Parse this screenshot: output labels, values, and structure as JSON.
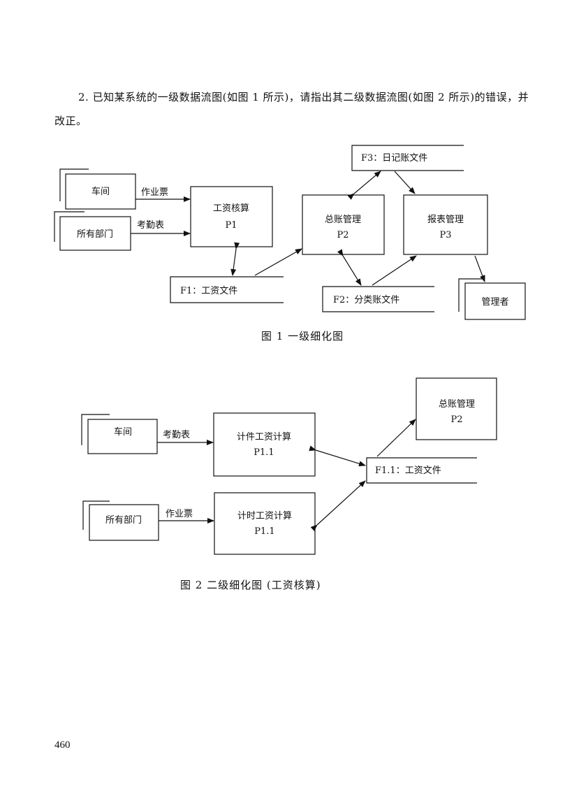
{
  "question": {
    "number": "2.",
    "text": "已知某系统的一级数据流图(如图 1 所示)，请指出其二级数据流图(如图 2 所示)的错误，并改正。"
  },
  "figure1": {
    "caption": "图 1  一级细化图",
    "externals": {
      "workshop": "车间",
      "all_depts": "所有部门",
      "manager": "管理者"
    },
    "processes": {
      "p1": {
        "name": "工资核算",
        "id": "P1"
      },
      "p2": {
        "name": "总账管理",
        "id": "P2"
      },
      "p3": {
        "name": "报表管理",
        "id": "P3"
      }
    },
    "stores": {
      "f1": "F1：工资文件",
      "f2": "F2：分类账文件",
      "f3": "F3：日记账文件"
    },
    "flows": {
      "job_ticket": "作业票",
      "attendance": "考勤表"
    }
  },
  "figure2": {
    "caption": "图 2    二级细化图 (工资核算)",
    "externals": {
      "workshop": "车间",
      "all_depts": "所有部门"
    },
    "processes": {
      "piece": {
        "name": "计件工资计算",
        "id": "P1.1"
      },
      "time": {
        "name": "计时工资计算",
        "id": "P1.1"
      },
      "ledger": {
        "name": "总账管理",
        "id": "P2"
      }
    },
    "stores": {
      "f11": "F1.1：工资文件"
    },
    "flows": {
      "attendance": "考勤表",
      "job_ticket": "作业票"
    }
  },
  "page_number": "460"
}
